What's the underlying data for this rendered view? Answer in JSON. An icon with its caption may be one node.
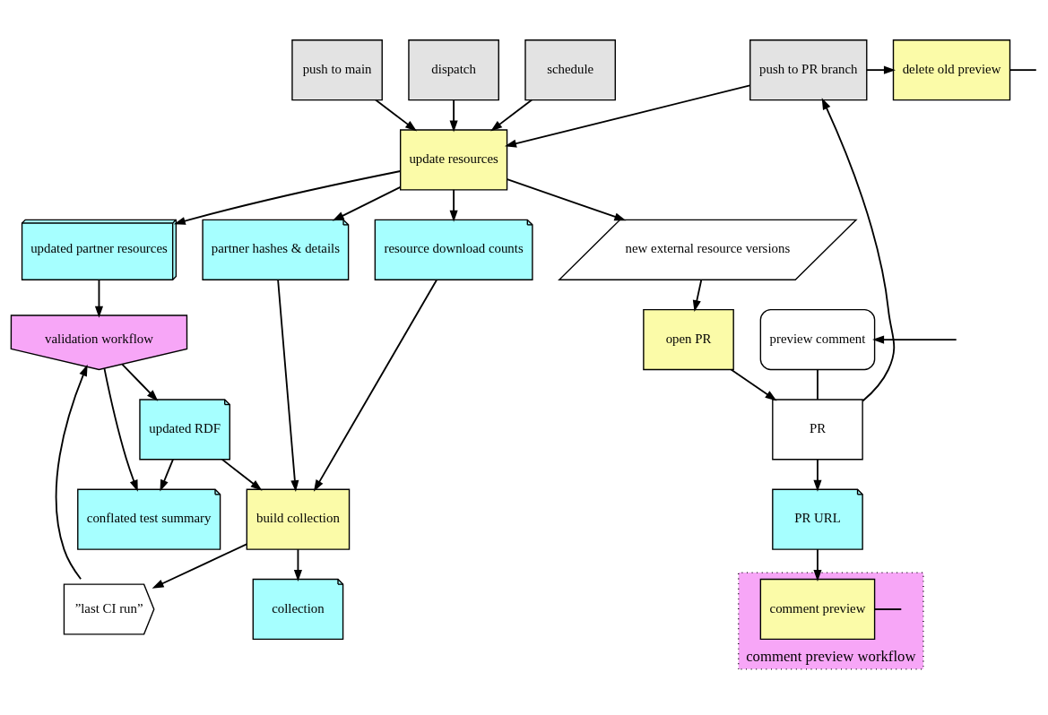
{
  "diagram": {
    "nodes": [
      {
        "text": [
          "push to main"
        ]
      },
      {
        "text": [
          "dispatch"
        ]
      },
      {
        "text": [
          "schedule"
        ]
      },
      {
        "text": [
          "push to PR branch"
        ]
      },
      {
        "text": [
          "delete old preview"
        ]
      },
      {
        "text": [
          "update resources"
        ]
      },
      {
        "text": [
          "new external resource versions"
        ]
      },
      {
        "text": [
          "open PR"
        ]
      },
      {
        "text": [
          "PR"
        ]
      },
      {
        "text": [
          "preview comment"
        ]
      },
      {
        "text": [
          "updated partner resources"
        ]
      },
      {
        "text": [
          "partner hashes & details"
        ]
      },
      {
        "text": [
          "resource download counts"
        ]
      },
      {
        "text": [
          "PR URL"
        ]
      },
      {
        "text": [
          "comment preview workflow"
        ]
      },
      {
        "text": [
          "comment preview"
        ],
        "in": 14
      },
      {
        "text": [
          "validation workflow"
        ]
      },
      {
        "text": [
          "updated RDF"
        ]
      },
      {
        "text": [
          "conflated test summary"
        ]
      },
      {
        "text": [
          "build collection"
        ]
      },
      {
        "text": [
          "collection"
        ]
      },
      {
        "text": [
          "”last CI run”"
        ]
      }
    ],
    "edges": [
      {
        "from": 0,
        "to": 5,
        "arrow": "to"
      },
      {
        "from": 1,
        "to": 5,
        "arrow": "to"
      },
      {
        "from": 2,
        "to": 5,
        "arrow": "to"
      },
      {
        "from": 3,
        "to": 5,
        "arrow": "to"
      },
      {
        "from": 3,
        "to": 4,
        "arrow": "to"
      },
      {
        "from": 4,
        "to": null,
        "arrow": "none"
      },
      {
        "from": null,
        "to": 9,
        "arrow": "to"
      },
      {
        "from": 5,
        "to": 6,
        "arrow": "to"
      },
      {
        "from": 6,
        "to": 7,
        "arrow": "to"
      },
      {
        "from": 7,
        "to": 8,
        "arrow": "to"
      },
      {
        "from": 8,
        "to": 3,
        "arrow": "to"
      },
      {
        "from": 9,
        "to": 8,
        "arrow": "none"
      },
      {
        "from": 5,
        "to": 10,
        "arrow": "to"
      },
      {
        "from": 5,
        "to": 11,
        "arrow": "to"
      },
      {
        "from": 5,
        "to": 12,
        "arrow": "to"
      },
      {
        "from": 8,
        "to": 13,
        "arrow": "to"
      },
      {
        "from": 13,
        "to": 15,
        "arrow": "to"
      },
      {
        "from": 15,
        "to": null,
        "arrow": "none"
      },
      {
        "from": 10,
        "to": 16,
        "arrow": "to"
      },
      {
        "from": 11,
        "to": 19,
        "arrow": "to"
      },
      {
        "from": 12,
        "to": 19,
        "arrow": "to"
      },
      {
        "from": 16,
        "to": 17,
        "arrow": "to"
      },
      {
        "from": 16,
        "to": 18,
        "arrow": "to"
      },
      {
        "from": 17,
        "to": 18,
        "arrow": "to"
      },
      {
        "from": 17,
        "to": 19,
        "arrow": "to"
      },
      {
        "from": 19,
        "to": 20,
        "arrow": "to"
      },
      {
        "from": 19,
        "to": 21,
        "arrow": "to"
      },
      {
        "from": 21,
        "to": 16,
        "arrow": "to"
      }
    ]
  }
}
